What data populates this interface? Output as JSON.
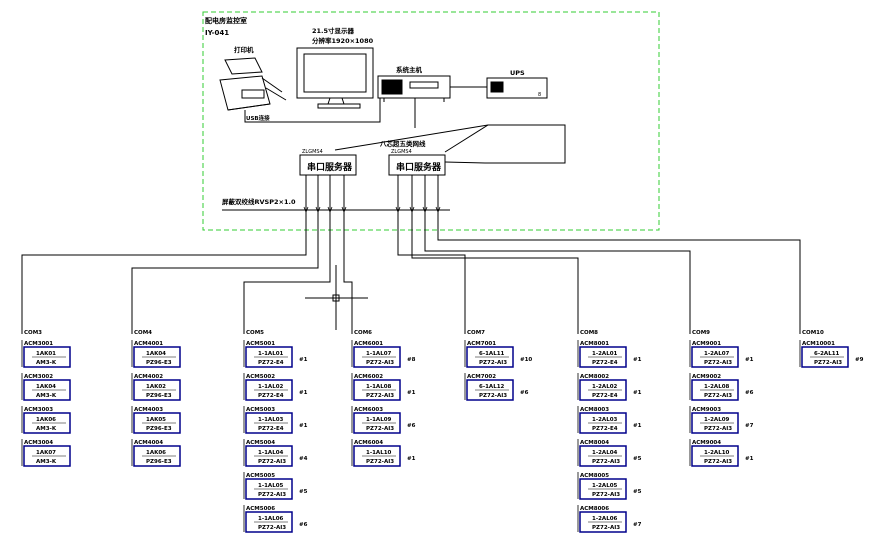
{
  "room": {
    "label": "配电房监控室",
    "code": "IY-041"
  },
  "printer_label": "打印机",
  "monitor_label1": "21.5寸显示器",
  "monitor_label2": "分辨率1920×1080",
  "host_label": "系统主机",
  "ups_label": "UPS",
  "ups_num": "8",
  "usb_label": "USB连接",
  "cable_label": "八芯超五类网线",
  "bus_label": "屏蔽双绞线RVSP2×1.0",
  "servers": [
    {
      "tag": "ZLGMS4",
      "name": "串口服务器"
    },
    {
      "tag": "ZLGMS4",
      "name": "串口服务器"
    }
  ],
  "groups": [
    {
      "com": "COM3",
      "devices": [
        {
          "id": "ACM3001",
          "l1": "1AK01",
          "l2": "AM3-K",
          "n": ""
        },
        {
          "id": "ACM3002",
          "l1": "1AK04",
          "l2": "AM3-K",
          "n": ""
        },
        {
          "id": "ACM3003",
          "l1": "1AK06",
          "l2": "AM3-K",
          "n": ""
        },
        {
          "id": "ACM3004",
          "l1": "1AK07",
          "l2": "AM3-K",
          "n": ""
        }
      ]
    },
    {
      "com": "COM4",
      "devices": [
        {
          "id": "ACM4001",
          "l1": "1AK04",
          "l2": "PZ96-E3",
          "n": ""
        },
        {
          "id": "ACM4002",
          "l1": "1AK02",
          "l2": "PZ96-E3",
          "n": ""
        },
        {
          "id": "ACM4003",
          "l1": "1AK05",
          "l2": "PZ96-E3",
          "n": ""
        },
        {
          "id": "ACM4004",
          "l1": "1AK06",
          "l2": "PZ96-E3",
          "n": ""
        }
      ]
    },
    {
      "com": "COM5",
      "devices": [
        {
          "id": "ACM5001",
          "l1": "1-1AL01",
          "l2": "PZ72-E4",
          "n": "#1"
        },
        {
          "id": "ACM5002",
          "l1": "1-1AL02",
          "l2": "PZ72-E4",
          "n": "#1"
        },
        {
          "id": "ACM5003",
          "l1": "1-1AL03",
          "l2": "PZ72-E4",
          "n": "#1"
        },
        {
          "id": "ACM5004",
          "l1": "1-1AL04",
          "l2": "PZ72-AI3",
          "n": "#4"
        },
        {
          "id": "ACM5005",
          "l1": "1-1AL05",
          "l2": "PZ72-AI3",
          "n": "#5"
        },
        {
          "id": "ACM5006",
          "l1": "1-1AL06",
          "l2": "PZ72-AI3",
          "n": "#6"
        }
      ]
    },
    {
      "com": "COM6",
      "devices": [
        {
          "id": "ACM6001",
          "l1": "1-1AL07",
          "l2": "PZ72-AI3",
          "n": "#8"
        },
        {
          "id": "ACM6002",
          "l1": "1-1AL08",
          "l2": "PZ72-AI3",
          "n": "#1"
        },
        {
          "id": "ACM6003",
          "l1": "1-1AL09",
          "l2": "PZ72-AI3",
          "n": "#6"
        },
        {
          "id": "ACM6004",
          "l1": "1-1AL10",
          "l2": "PZ72-AI3",
          "n": "#1"
        }
      ]
    },
    {
      "com": "COM7",
      "devices": [
        {
          "id": "ACM7001",
          "l1": "6-1AL11",
          "l2": "PZ72-AI3",
          "n": "#10"
        },
        {
          "id": "ACM7002",
          "l1": "6-1AL12",
          "l2": "PZ72-AI3",
          "n": "#6"
        }
      ]
    },
    {
      "com": "COM8",
      "devices": [
        {
          "id": "ACM8001",
          "l1": "1-2AL01",
          "l2": "PZ72-E4",
          "n": "#1"
        },
        {
          "id": "ACM8002",
          "l1": "1-2AL02",
          "l2": "PZ72-E4",
          "n": "#1"
        },
        {
          "id": "ACM8003",
          "l1": "1-2AL03",
          "l2": "PZ72-E4",
          "n": "#1"
        },
        {
          "id": "ACM8004",
          "l1": "1-2AL04",
          "l2": "PZ72-AI3",
          "n": "#5"
        },
        {
          "id": "ACM8005",
          "l1": "1-2AL05",
          "l2": "PZ72-AI3",
          "n": "#5"
        },
        {
          "id": "ACM8006",
          "l1": "1-2AL06",
          "l2": "PZ72-AI3",
          "n": "#7"
        }
      ]
    },
    {
      "com": "COM9",
      "devices": [
        {
          "id": "ACM9001",
          "l1": "1-2AL07",
          "l2": "PZ72-AI3",
          "n": "#1"
        },
        {
          "id": "ACM9002",
          "l1": "1-2AL08",
          "l2": "PZ72-AI3",
          "n": "#6"
        },
        {
          "id": "ACM9003",
          "l1": "1-2AL09",
          "l2": "PZ72-AI3",
          "n": "#7"
        },
        {
          "id": "ACM9004",
          "l1": "1-2AL10",
          "l2": "PZ72-AI3",
          "n": "#1"
        }
      ]
    },
    {
      "com": "COM10",
      "devices": [
        {
          "id": "ACM10001",
          "l1": "6-2AL11",
          "l2": "PZ72-AI3",
          "n": "#9"
        }
      ]
    }
  ],
  "colors": {
    "dashed_box": "#33cc33",
    "frame": "#00008b",
    "line": "#000000"
  }
}
